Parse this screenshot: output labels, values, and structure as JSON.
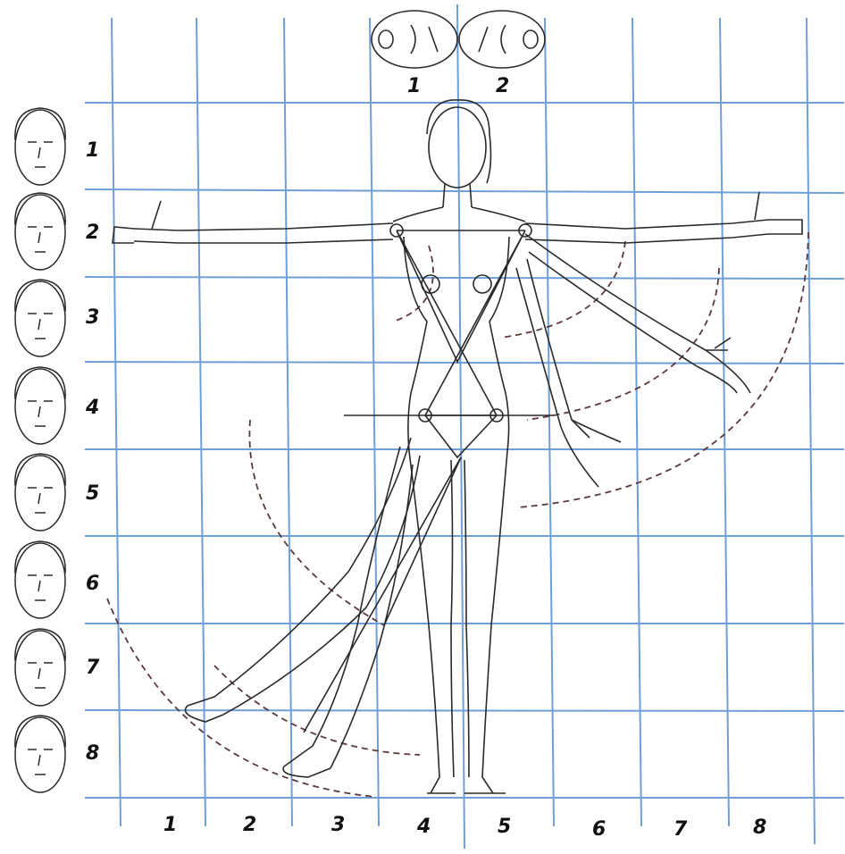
{
  "labels": {
    "top_heads": [
      "1",
      "2"
    ],
    "rows": [
      "1",
      "2",
      "3",
      "4",
      "5",
      "6",
      "7",
      "8"
    ],
    "columns": [
      "1",
      "2",
      "3",
      "4",
      "5",
      "6",
      "7",
      "8"
    ]
  },
  "colors": {
    "grid": "#6f9fd8",
    "ink": "#2a2a2a",
    "dashed": "#5a3a3a"
  },
  "figure": {
    "subject": "standing woman figure with arms outstretched on a proportion grid",
    "head_units": 8
  }
}
